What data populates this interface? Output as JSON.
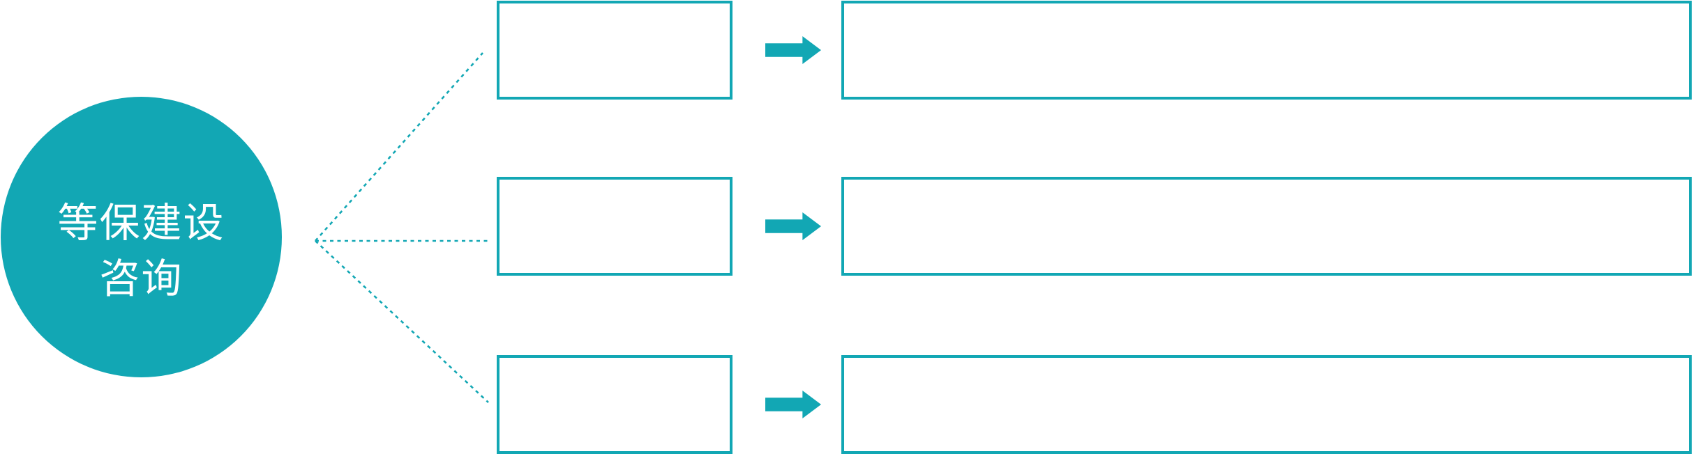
{
  "diagram": {
    "type": "hub-with-branches",
    "connector_style": "dotted",
    "hub": {
      "label_line1": "等保建设",
      "label_line2": "咨询"
    },
    "rows": [
      {
        "small_box_text": "",
        "big_box_text": ""
      },
      {
        "small_box_text": "",
        "big_box_text": ""
      },
      {
        "small_box_text": "",
        "big_box_text": ""
      }
    ]
  },
  "colors": {
    "accent": "#12A7B4",
    "background": "#FFFFFF",
    "hub_text": "#FFFFFF",
    "box_fill": "#FFFFFF"
  },
  "icons": {
    "arrow": "right-block-arrow"
  }
}
